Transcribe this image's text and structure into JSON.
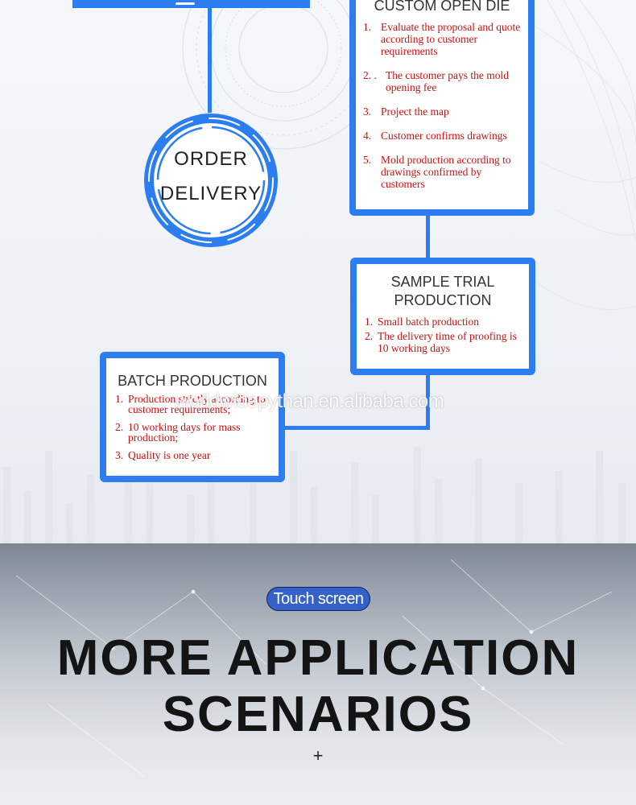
{
  "process": {
    "custom_open_die": {
      "title": "CUSTOM OPEN DIE",
      "items": [
        {
          "num": "1.",
          "text": "Evaluate the proposal and quote according to customer requirements"
        },
        {
          "num": "2. .",
          "text": "The customer pays the mold opening fee"
        },
        {
          "num": "3.",
          "text": "Project the map"
        },
        {
          "num": "4.",
          "text": "Customer confirms drawings"
        },
        {
          "num": "5.",
          "text": "Mold production according to drawings confirmed by customers"
        }
      ]
    },
    "order_delivery": {
      "line1": "ORDER",
      "line2": "DELIVERY"
    },
    "sample_trial_production": {
      "title_line1": "SAMPLE TRIAL",
      "title_line2": "PRODUCTION",
      "items": [
        {
          "num": "1.",
          "text": "Small batch production"
        },
        {
          "num": "2.",
          "text": "The delivery time of proofing is 10 working days"
        }
      ]
    },
    "batch_production": {
      "title": "BATCH PRODUCTION",
      "items": [
        {
          "num": "1.",
          "text": "Production strictly according to customer requirements;"
        },
        {
          "num": "2.",
          "text": "10 working days for mass production;"
        },
        {
          "num": "3.",
          "text": "Quality is one year"
        }
      ]
    }
  },
  "watermark": "worldwidepythan.en.alibaba.com",
  "section": {
    "pill_label": "Touch screen",
    "headline_line1": "MORE APPLICATION",
    "headline_line2": "SCENARIOS",
    "plus_symbol": "+"
  },
  "colors": {
    "accent_blue": "#2b7df0",
    "item_red": "#cc1111",
    "pill_blue": "#3561c8"
  }
}
